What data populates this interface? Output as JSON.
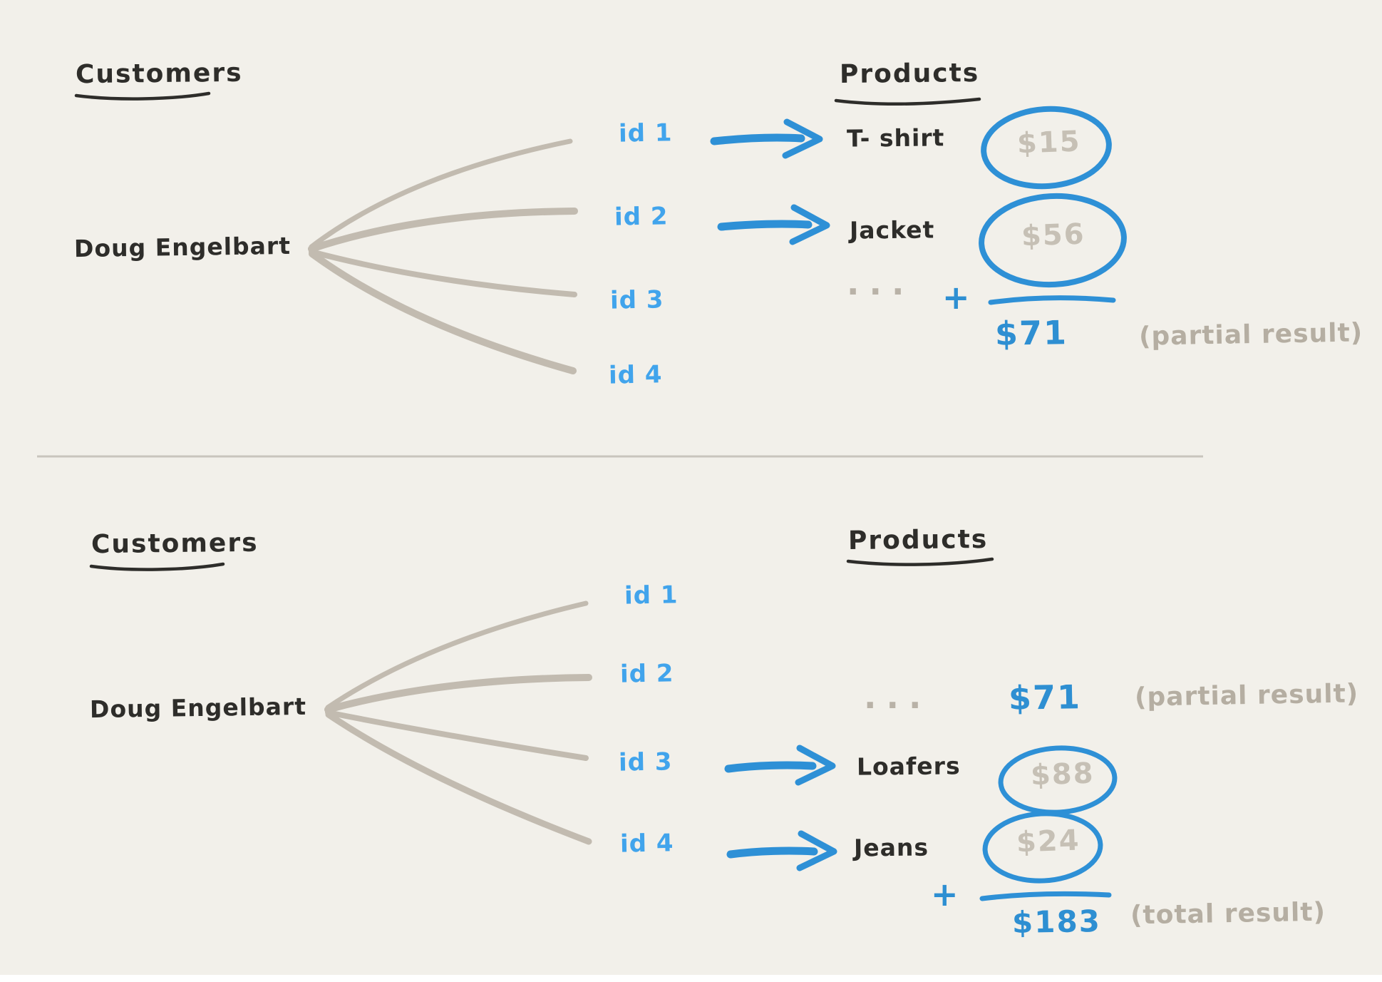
{
  "colors": {
    "background": "#f2f0ea",
    "ink": "#2e2d2a",
    "id_blue": "#41a4ec",
    "stroke_blue": "#2e90d6",
    "amount_gray": "#c6c0b5",
    "note_gray": "#b5aea2",
    "fan_line_gray": "#c2bbb0",
    "divider_gray": "#c9c5bd"
  },
  "top_panel": {
    "customers_heading": "Customers",
    "customer_name": "Doug Engelbart",
    "products_heading": "Products",
    "ids": [
      "id 1",
      "id 2",
      "id 3",
      "id 4"
    ],
    "products": [
      {
        "name": "T- shirt",
        "price": "$15"
      },
      {
        "name": "Jacket",
        "price": "$56"
      }
    ],
    "ellipsis": "...",
    "plus": "+",
    "sum": "$71",
    "sum_note": "(partial result)"
  },
  "bottom_panel": {
    "customers_heading": "Customers",
    "customer_name": "Doug Engelbart",
    "products_heading": "Products",
    "ids": [
      "id 1",
      "id 2",
      "id 3",
      "id 4"
    ],
    "ellipsis": "...",
    "partial_sum": "$71",
    "partial_note": "(partial result)",
    "products": [
      {
        "name": "Loafers",
        "price": "$88"
      },
      {
        "name": "Jeans",
        "price": "$24"
      }
    ],
    "plus": "+",
    "sum": "$183",
    "sum_note": "(total result)"
  }
}
